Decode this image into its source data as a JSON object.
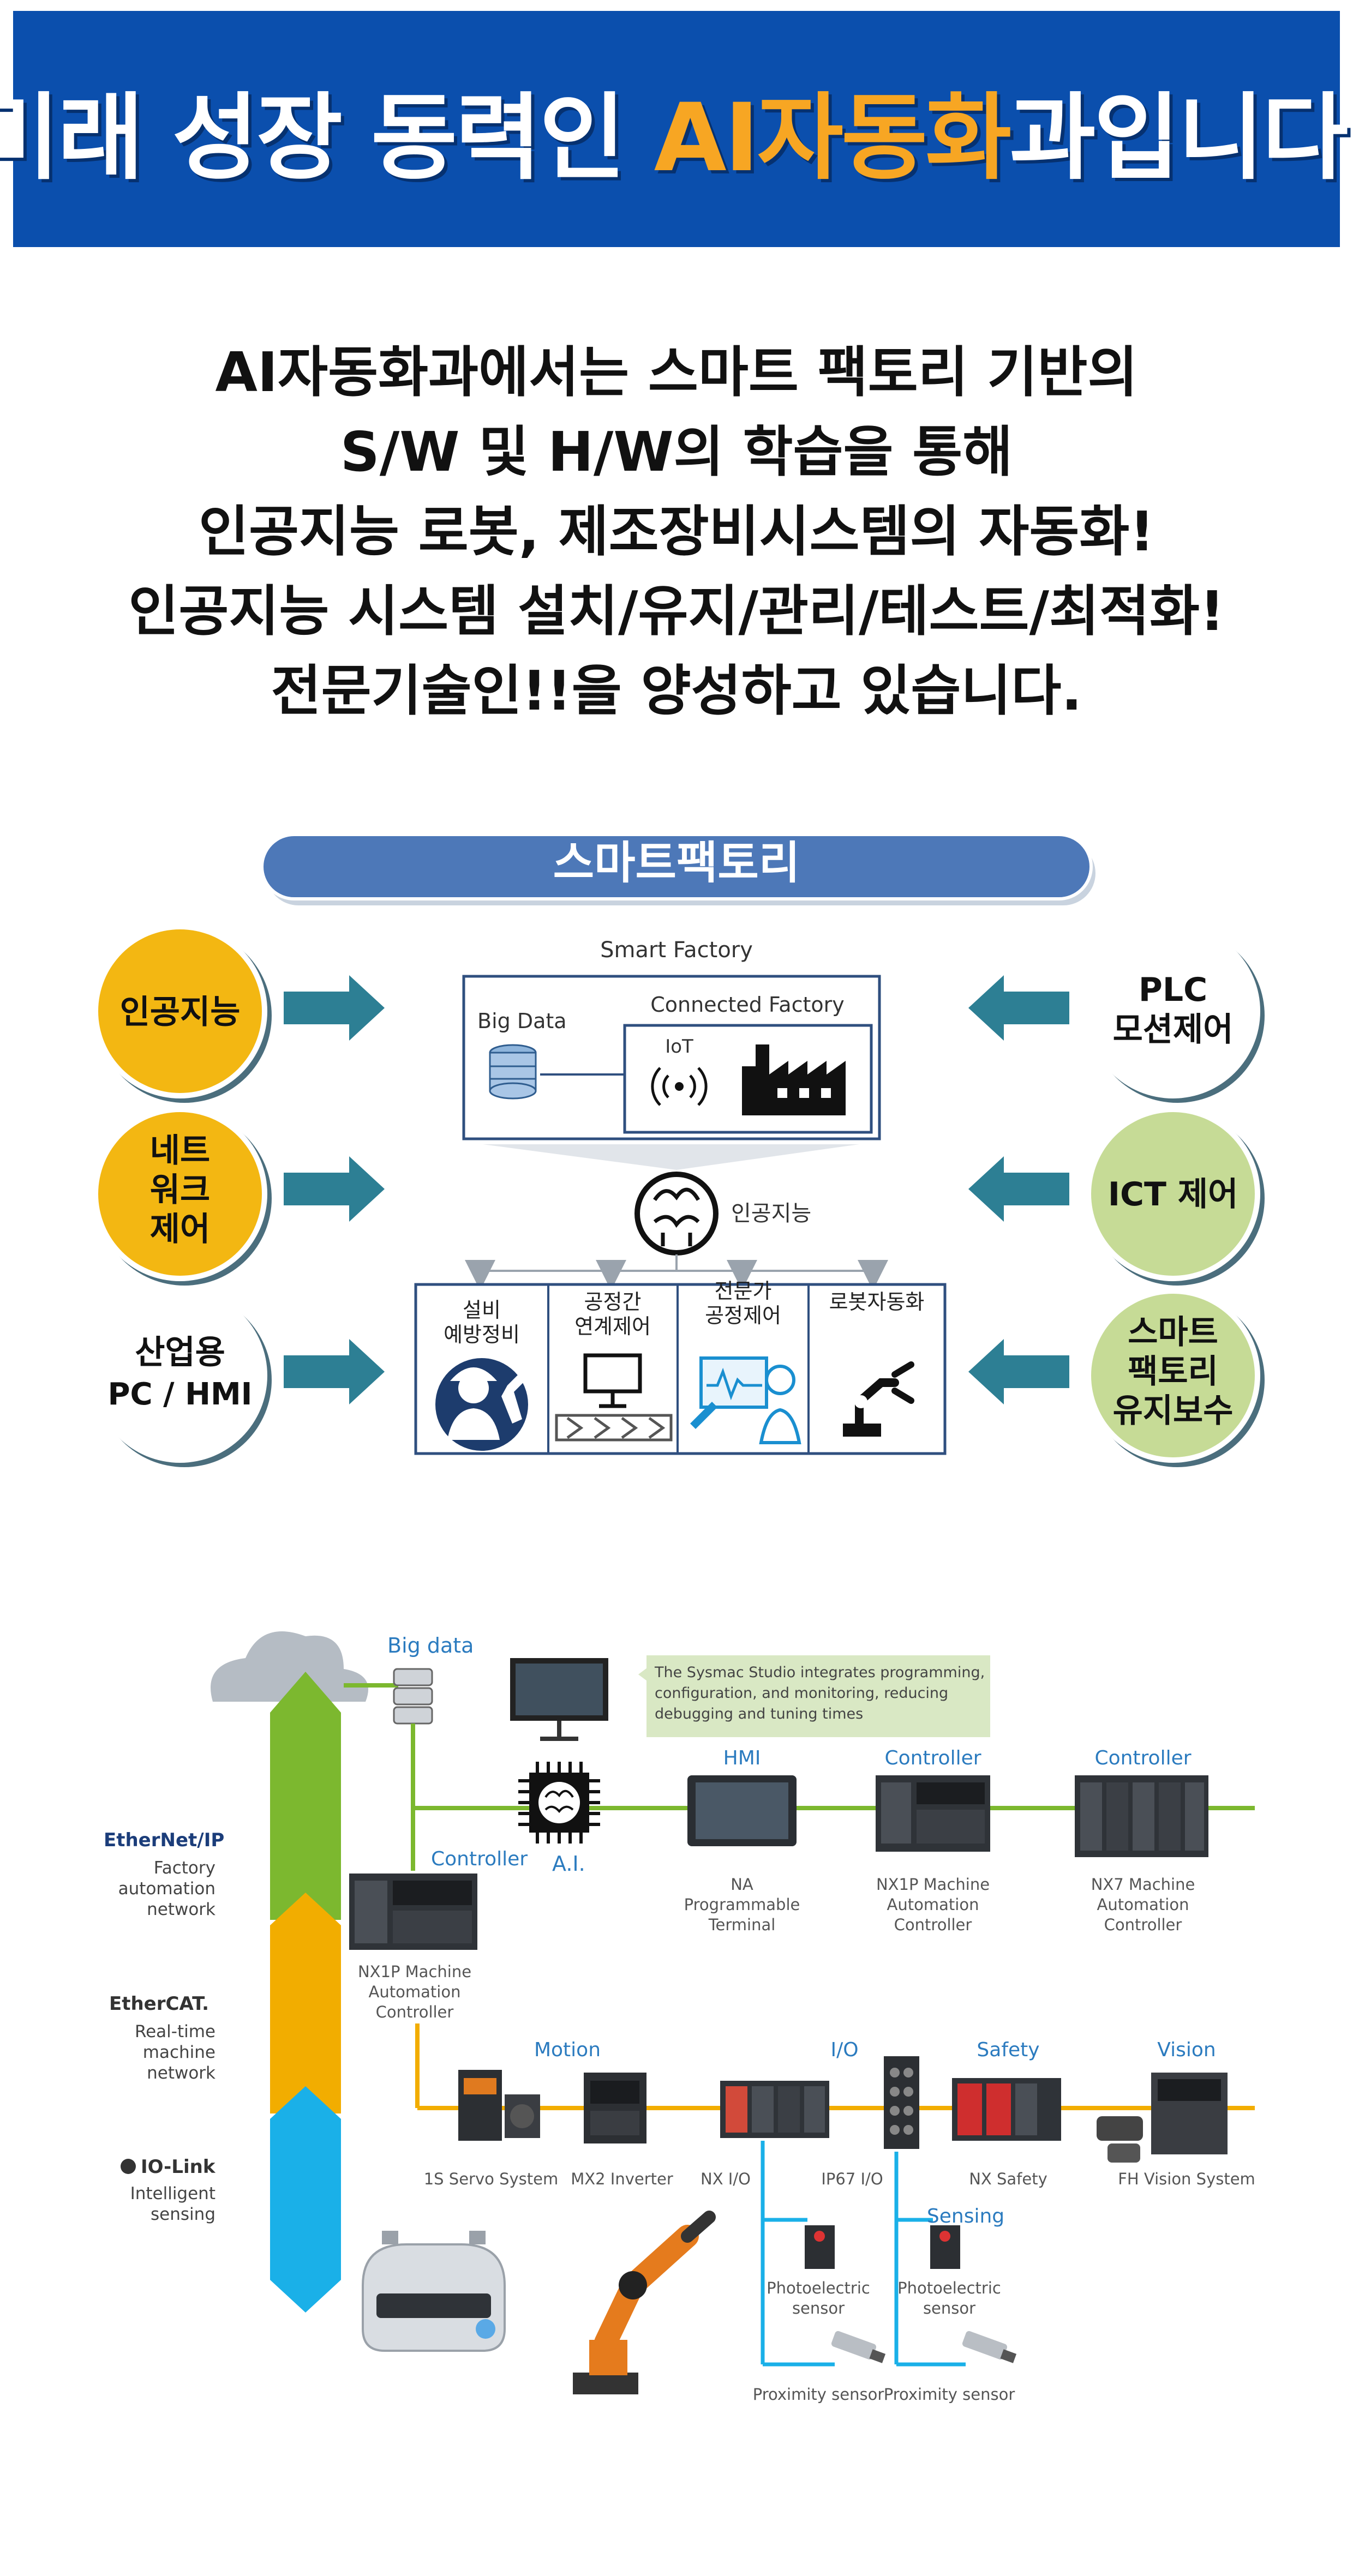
{
  "banner": {
    "title_pre": "미래 성장 동력인 ",
    "title_hl": "AI자동화",
    "title_post": "과입니다."
  },
  "intro": [
    "AI자동화과에서는 스마트 팩토리 기반의",
    "S/W 및 H/W의 학습을 통해",
    "인공지능 로봇, 제조장비시스템의 자동화!",
    "인공지능 시스템 설치/유지/관리/테스트/최적화!",
    "전문기술인!!을 양성하고 있습니다."
  ],
  "smart": {
    "banner": "스마트팩토리",
    "sf_title": "Smart Factory",
    "bigdata": "Big Data",
    "connected": "Connected Factory",
    "iot": "IoT",
    "ai": "인공지능",
    "left": [
      {
        "lines": [
          "인공지능"
        ],
        "color": "#f3b712"
      },
      {
        "lines": [
          "네트",
          "워크",
          "제어"
        ],
        "color": "#f3b712"
      },
      {
        "lines": [
          "산업용",
          "PC / HMI"
        ],
        "color": "#ffffff"
      }
    ],
    "right": [
      {
        "lines": [
          "PLC",
          "모션제어"
        ],
        "color": "#ffffff"
      },
      {
        "lines": [
          "ICT 제어"
        ],
        "color": "#c6db96"
      },
      {
        "lines": [
          "스마트",
          "팩토리",
          "유지보수"
        ],
        "color": "#c6db96"
      }
    ],
    "boxes": [
      {
        "lines": [
          "설비",
          "예방정비"
        ]
      },
      {
        "lines": [
          "공정간",
          "연계제어"
        ]
      },
      {
        "lines": [
          "전문가",
          "공정제어"
        ]
      },
      {
        "lines": [
          "로봇자동화"
        ]
      }
    ]
  },
  "network": {
    "bigdata": "Big data",
    "callout": [
      "The Sysmac Studio integrates programming,",
      "configuration, and monitoring, reducing",
      "debugging and tuning times"
    ],
    "ai": "A.I.",
    "ethernetip": {
      "logo": "EtherNet/IP",
      "lines": [
        "Factory",
        "automation",
        "network"
      ]
    },
    "ethercat": {
      "logo": "EtherCAT.",
      "lines": [
        "Real-time",
        "machine",
        "network"
      ]
    },
    "iolink": {
      "logo": "IO-Link",
      "lines": [
        "Intelligent",
        "sensing"
      ]
    },
    "top_row": [
      {
        "head": "HMI",
        "lines": [
          "NA",
          "Programmable",
          "Terminal"
        ]
      },
      {
        "head": "Controller",
        "lines": [
          "NX1P Machine",
          "Automation",
          "Controller"
        ]
      },
      {
        "head": "Controller",
        "lines": [
          "NX7 Machine",
          "Automation",
          "Controller"
        ]
      }
    ],
    "left_controller": {
      "head": "Controller",
      "lines": [
        "NX1P Machine",
        "Automation",
        "Controller"
      ]
    },
    "heads": {
      "motion": "Motion",
      "io": "I/O",
      "safety": "Safety",
      "vision": "Vision",
      "sensing": "Sensing"
    },
    "bottom_row": [
      "1S Servo System",
      "MX2 Inverter",
      "NX I/O",
      "IP67 I/O",
      "NX Safety",
      "FH Vision System"
    ],
    "sensors": [
      {
        "lines": [
          "Photoelectric",
          "sensor"
        ]
      },
      {
        "lines": [
          "Photoelectric",
          "sensor"
        ]
      }
    ],
    "proximity": [
      "Proximity sensor",
      "Proximity sensor"
    ],
    "colors": {
      "ethernet": "#7cb82f",
      "ethercat": "#f2ad00",
      "iolink": "#1ab0e8"
    }
  }
}
